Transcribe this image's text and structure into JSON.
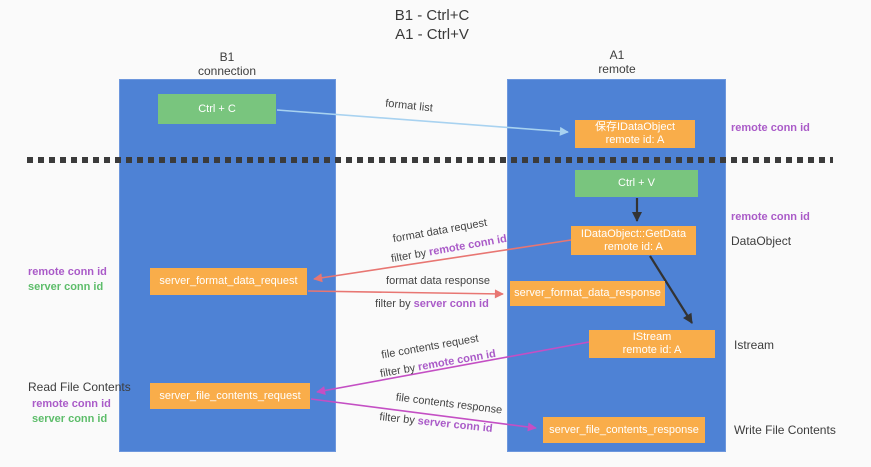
{
  "title": {
    "line1": "B1 - Ctrl+C",
    "line2": "A1 - Ctrl+V"
  },
  "lanes": {
    "left": {
      "name": "B1",
      "subtitle": "connection"
    },
    "right": {
      "name": "A1",
      "subtitle": "remote"
    }
  },
  "boxes": {
    "ctrl_c": "Ctrl + C",
    "ctrl_v": "Ctrl + V",
    "save_idataobject": {
      "line1": "保存IDataObject",
      "line2": "remote id: A"
    },
    "getdata": {
      "line1": "IDataObject::GetData",
      "line2": "remote id: A"
    },
    "istream": {
      "line1": "IStream",
      "line2": "remote id: A"
    },
    "server_format_data_request": "server_format_data_request",
    "server_format_data_response": "server_format_data_response",
    "server_file_contents_request": "server_file_contents_request",
    "server_file_contents_response": "server_file_contents_response"
  },
  "side_labels": {
    "right": {
      "remote_conn_id_top": "remote conn id",
      "remote_conn_id_mid": "remote conn id",
      "dataobject": "DataObject",
      "istream": "Istream",
      "write_file_contents": "Write File Contents"
    },
    "left": {
      "remote_conn_id_1": "remote conn id",
      "server_conn_id_1": "server conn id",
      "read_file_contents": "Read File Contents",
      "remote_conn_id_2": "remote conn id",
      "server_conn_id_2": "server conn id"
    }
  },
  "arrow_labels": {
    "format_list": "format list",
    "format_data_request": "format data request",
    "format_data_response": "format data response",
    "file_contents_request": "file contents request",
    "file_contents_response": "file contents response",
    "filter_by": "filter by",
    "remote_conn_id": "remote conn id",
    "server_conn_id": "server conn id"
  },
  "colors": {
    "lane_blue": "#4e82d5",
    "box_orange": "#f9ad4a",
    "box_green": "#79c57e",
    "arrow_light_blue": "#a8d2f0",
    "arrow_red": "#e87672",
    "arrow_magenta": "#c44fc4",
    "arrow_black": "#333333",
    "text_purple": "#aa5bc8",
    "text_green": "#5dbd6a",
    "dashed_line": "#3b3b3b",
    "background": "#fafafa"
  }
}
